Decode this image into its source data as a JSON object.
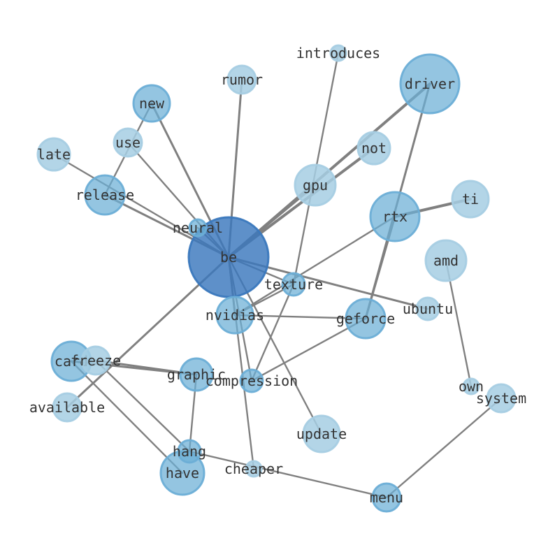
{
  "colors": {
    "background": "#ffffff",
    "edge": "#808080",
    "label": "#333333",
    "node_light": "#a6cee3",
    "node_mid": "#6baed6",
    "node_dark": "#3a78bd"
  },
  "nodes": [
    {
      "id": "be",
      "label": "be",
      "shade": "dark"
    },
    {
      "id": "driver",
      "label": "driver",
      "shade": "mid"
    },
    {
      "id": "rtx",
      "label": "rtx",
      "shade": "mid"
    },
    {
      "id": "geforce",
      "label": "geforce",
      "shade": "mid"
    },
    {
      "id": "nvidias",
      "label": "nvidias",
      "shade": "mid"
    },
    {
      "id": "release",
      "label": "release",
      "shade": "mid"
    },
    {
      "id": "new",
      "label": "new",
      "shade": "mid"
    },
    {
      "id": "card",
      "label": "card",
      "shade": "mid"
    },
    {
      "id": "have",
      "label": "have",
      "shade": "mid"
    },
    {
      "id": "graphic",
      "label": "graphic",
      "shade": "mid"
    },
    {
      "id": "compression",
      "label": "compression",
      "shade": "mid"
    },
    {
      "id": "texture",
      "label": "texture",
      "shade": "mid"
    },
    {
      "id": "hang",
      "label": "hang",
      "shade": "mid"
    },
    {
      "id": "neural",
      "label": "neural",
      "shade": "mid"
    },
    {
      "id": "menu",
      "label": "menu",
      "shade": "mid"
    },
    {
      "id": "gpu",
      "label": "gpu",
      "shade": "light"
    },
    {
      "id": "not",
      "label": "not",
      "shade": "light"
    },
    {
      "id": "ti",
      "label": "ti",
      "shade": "light"
    },
    {
      "id": "amd",
      "label": "amd",
      "shade": "light"
    },
    {
      "id": "ubuntu",
      "label": "ubuntu",
      "shade": "light"
    },
    {
      "id": "own",
      "label": "own",
      "shade": "light"
    },
    {
      "id": "system",
      "label": "system",
      "shade": "light"
    },
    {
      "id": "update",
      "label": "update",
      "shade": "light"
    },
    {
      "id": "cheaper",
      "label": "cheaper",
      "shade": "light"
    },
    {
      "id": "available",
      "label": "available",
      "shade": "light"
    },
    {
      "id": "freeze",
      "label": "freeze",
      "shade": "light"
    },
    {
      "id": "late",
      "label": "late",
      "shade": "light"
    },
    {
      "id": "use",
      "label": "use",
      "shade": "light"
    },
    {
      "id": "rumor",
      "label": "rumor",
      "shade": "light"
    },
    {
      "id": "introduces",
      "label": "introduces",
      "shade": "light"
    }
  ],
  "edges": [
    [
      "be",
      "rumor"
    ],
    [
      "be",
      "new"
    ],
    [
      "be",
      "use"
    ],
    [
      "be",
      "late"
    ],
    [
      "be",
      "release"
    ],
    [
      "be",
      "gpu"
    ],
    [
      "be",
      "not"
    ],
    [
      "be",
      "driver"
    ],
    [
      "be",
      "texture"
    ],
    [
      "be",
      "ubuntu"
    ],
    [
      "be",
      "nvidias"
    ],
    [
      "be",
      "compression"
    ],
    [
      "be",
      "update"
    ],
    [
      "be",
      "cheaper"
    ],
    [
      "be",
      "available"
    ],
    [
      "be",
      "neural"
    ],
    [
      "new",
      "release"
    ],
    [
      "driver",
      "geforce"
    ],
    [
      "rtx",
      "ti"
    ],
    [
      "rtx",
      "nvidias"
    ],
    [
      "rtx",
      "geforce"
    ],
    [
      "nvidias",
      "geforce"
    ],
    [
      "nvidias",
      "texture"
    ],
    [
      "geforce",
      "compression"
    ],
    [
      "texture",
      "compression"
    ],
    [
      "introduces",
      "texture"
    ],
    [
      "card",
      "graphic"
    ],
    [
      "card",
      "have"
    ],
    [
      "freeze",
      "graphic"
    ],
    [
      "freeze",
      "hang"
    ],
    [
      "graphic",
      "hang"
    ],
    [
      "hang",
      "menu"
    ],
    [
      "menu",
      "system"
    ],
    [
      "amd",
      "own"
    ]
  ]
}
